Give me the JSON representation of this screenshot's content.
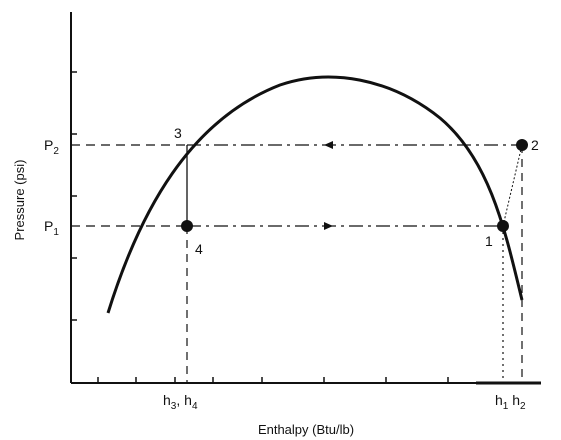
{
  "axes": {
    "ylabel": "Pressure (psi)",
    "xlabel": "Enthalpy (Btu/lb)"
  },
  "pressure_labels": [
    {
      "base": "P",
      "sub": "2"
    },
    {
      "base": "P",
      "sub": "1"
    }
  ],
  "enthalpy_labels": {
    "h3h4": {
      "a": "h",
      "a_sub": "3",
      "sep": ", ",
      "b": "h",
      "b_sub": "4"
    },
    "h1h2": {
      "a": "h",
      "a_sub": "1",
      "sep": " ",
      "b": "h",
      "b_sub": "2"
    }
  },
  "points": {
    "p1": "1",
    "p2": "2",
    "p3": "3",
    "p4": "4"
  },
  "colors": {
    "ink": "#111111",
    "background": "#ffffff"
  }
}
